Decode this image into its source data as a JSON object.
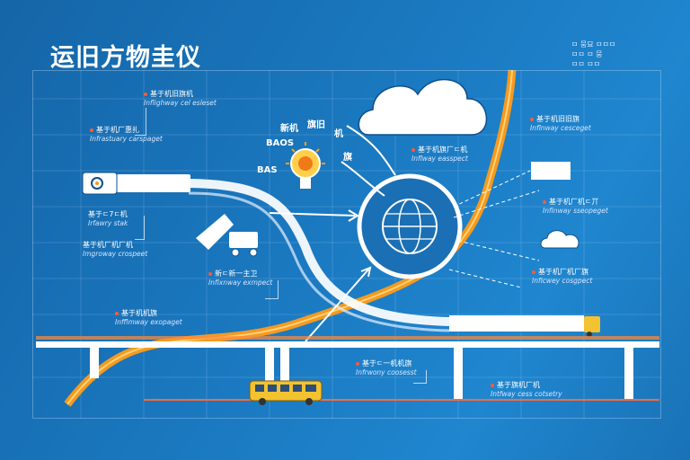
{
  "title": "运旧方物圭仪",
  "legend": [
    "ㅁ 뭄묘 ㅁㅁㅁ",
    "ㅁㅁ ㅁ 뭄",
    "ㅁㅁ ㅁㅁ"
  ],
  "labels": [
    {
      "main": "基于机旧旗机",
      "sub": "Inflighway cel esleset"
    },
    {
      "main": "基于机厂惠扎",
      "sub": "Infrastuary carspaget"
    },
    {
      "main": "基于ㄷ7ㄷ机",
      "sub": "Irfawry stak"
    },
    {
      "main": "基于机厂机厂机",
      "sub": "Imgroway crospeet"
    },
    {
      "main": "新ㄷ新一主卫",
      "sub": "Infixnway exmpect"
    },
    {
      "main": "基于机机旗",
      "sub": "Infflmway exopaget"
    },
    {
      "main": "基于机旗厂ㄷ机",
      "sub": "Inflway easspect"
    },
    {
      "main": "基于机旧旧旗",
      "sub": "Inflnway cesceget"
    },
    {
      "main": "基于机厂机ㄷ丌",
      "sub": "Infinway sseopeget"
    },
    {
      "main": "基于机厂机厂旗",
      "sub": "Inficwey cosgpect"
    },
    {
      "main": "基于ㄷ一机机旗",
      "sub": "Infrwony coosesst"
    },
    {
      "main": "基于旗机厂机",
      "sub": "Intfway cess cotsetry"
    }
  ],
  "bulb_ring": [
    "BAOS",
    "新机",
    "旗旧",
    "机",
    "旗",
    "BAS"
  ],
  "colors": {
    "background": "#1a78bf",
    "accent": "#f7a12a",
    "highlight": "#ffffff",
    "marker": "#ff5a3a",
    "vehicle": "#f2c230"
  },
  "icons": [
    "globe-icon",
    "lightbulb-icon",
    "cloud-icon",
    "truck-icon",
    "bus-icon",
    "engine-icon"
  ]
}
